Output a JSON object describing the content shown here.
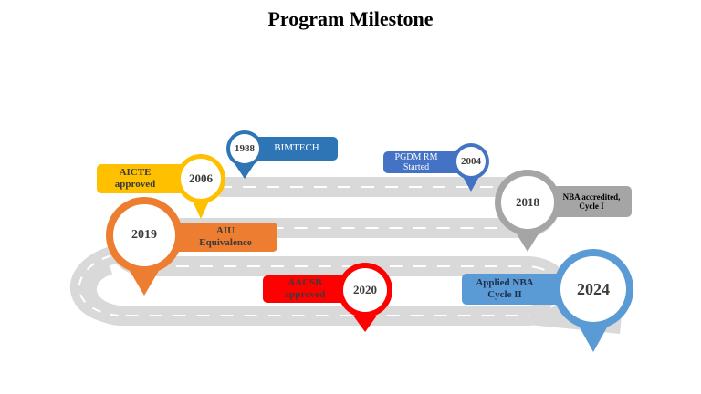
{
  "title": "Program Milestone",
  "colors": {
    "road": "#d9d9d9",
    "dash": "#ffffff",
    "blue_dark": "#2e75b6",
    "blue_mid": "#4472c4",
    "blue_light": "#5b9bd5",
    "gold": "#ffc000",
    "orange": "#ed7d31",
    "red": "#ff0000",
    "gray": "#a5a5a5"
  },
  "milestones": [
    {
      "year": "1988",
      "label": "BIMTECH",
      "color": "blue_dark"
    },
    {
      "year": "2004",
      "label": "PGDM RM Started",
      "color": "blue_mid"
    },
    {
      "year": "2006",
      "label": "AICTE approved",
      "color": "gold"
    },
    {
      "year": "2018",
      "label": "NBA accredited, Cycle I",
      "color": "gray"
    },
    {
      "year": "2019",
      "label": "AIU Equivalence",
      "color": "orange"
    },
    {
      "year": "2020",
      "label": "AACSB approved",
      "color": "red"
    },
    {
      "year": "2024",
      "label": "Applied NBA Cycle II",
      "color": "blue_light"
    }
  ]
}
